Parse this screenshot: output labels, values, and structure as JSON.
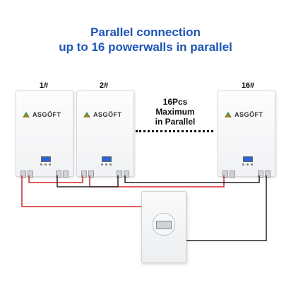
{
  "heading": {
    "line1": "Parallel connection",
    "line2": "up to 16 powerwalls in parallel"
  },
  "units": [
    {
      "label": "1#",
      "brand": "ASGÖFT"
    },
    {
      "label": "2#",
      "brand": "ASGÖFT"
    },
    {
      "label": "16#",
      "brand": "ASGÖFT"
    }
  ],
  "middle_note": {
    "line1": "16Pcs",
    "line2": "Maximum",
    "line3": "in Parallel"
  },
  "colors": {
    "title": "#1a55c9",
    "positive_wire": "#d8262a",
    "negative_wire": "#222222",
    "screen": "#2e63d6"
  },
  "icons": {
    "brand_logo": "leaf-sun-logo-icon"
  }
}
